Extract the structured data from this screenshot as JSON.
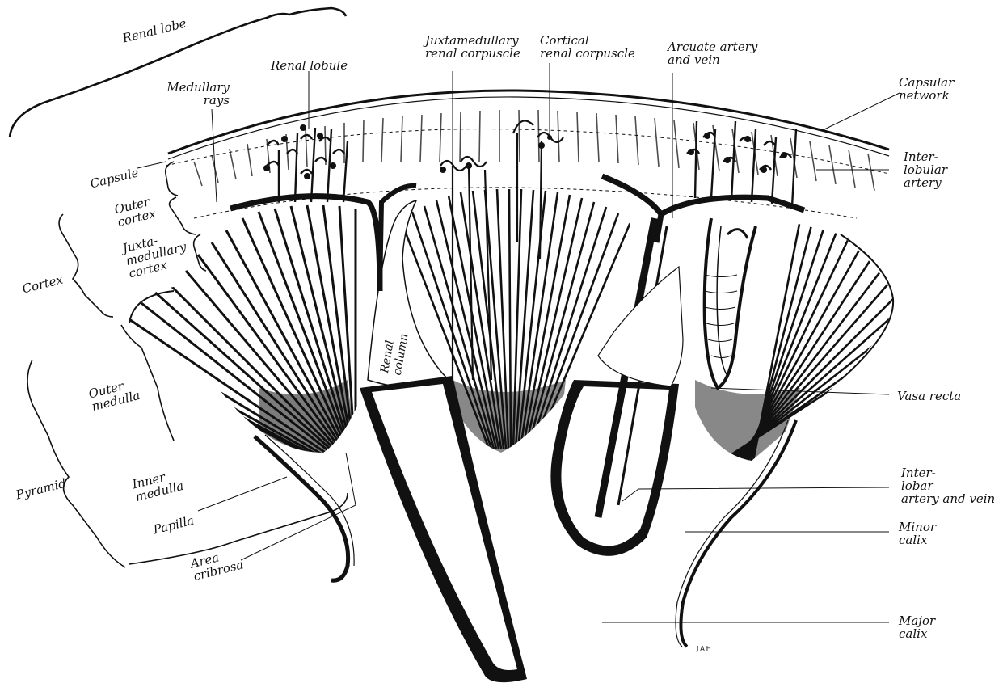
{
  "labels": {
    "renal_lobe": "Renal lobe",
    "renal_lobule": "Renal lobule",
    "medullary_rays_1": "Medullary",
    "medullary_rays_2": "rays",
    "juxtamedullary_corpuscle_1": "Juxtamedullary",
    "juxtamedullary_corpuscle_2": "renal corpuscle",
    "cortical_corpuscle_1": "Cortical",
    "cortical_corpuscle_2": "renal corpuscle",
    "arcuate_1": "Arcuate artery",
    "arcuate_2": "and vein",
    "capsular_network_1": "Capsular",
    "capsular_network_2": "network",
    "capsule": "Capsule",
    "outer_cortex_1": "Outer",
    "outer_cortex_2": "cortex",
    "juxta_cortex_1": "Juxta-",
    "juxta_cortex_2": "medullary",
    "juxta_cortex_3": "cortex",
    "cortex": "Cortex",
    "outer_medulla_1": "Outer",
    "outer_medulla_2": "medulla",
    "pyramid": "Pyramid",
    "inner_medulla_1": "Inner",
    "inner_medulla_2": "medulla",
    "papilla": "Papilla",
    "area_cribrosa_1": "Area",
    "area_cribrosa_2": "cribrosa",
    "renal_column_1": "Renal",
    "renal_column_2": "column",
    "interlobular_1": "Inter-",
    "interlobular_2": "lobular",
    "interlobular_3": "artery",
    "vasa_recta": "Vasa recta",
    "interlobar_1": "Inter-",
    "interlobar_2": "lobar",
    "interlobar_3": "artery and vein",
    "minor_calix_1": "Minor",
    "minor_calix_2": "calix",
    "major_calix_1": "Major",
    "major_calix_2": "calix"
  },
  "signature": "JAH",
  "colors": {
    "ink": "#111111",
    "paper": "#ffffff"
  }
}
